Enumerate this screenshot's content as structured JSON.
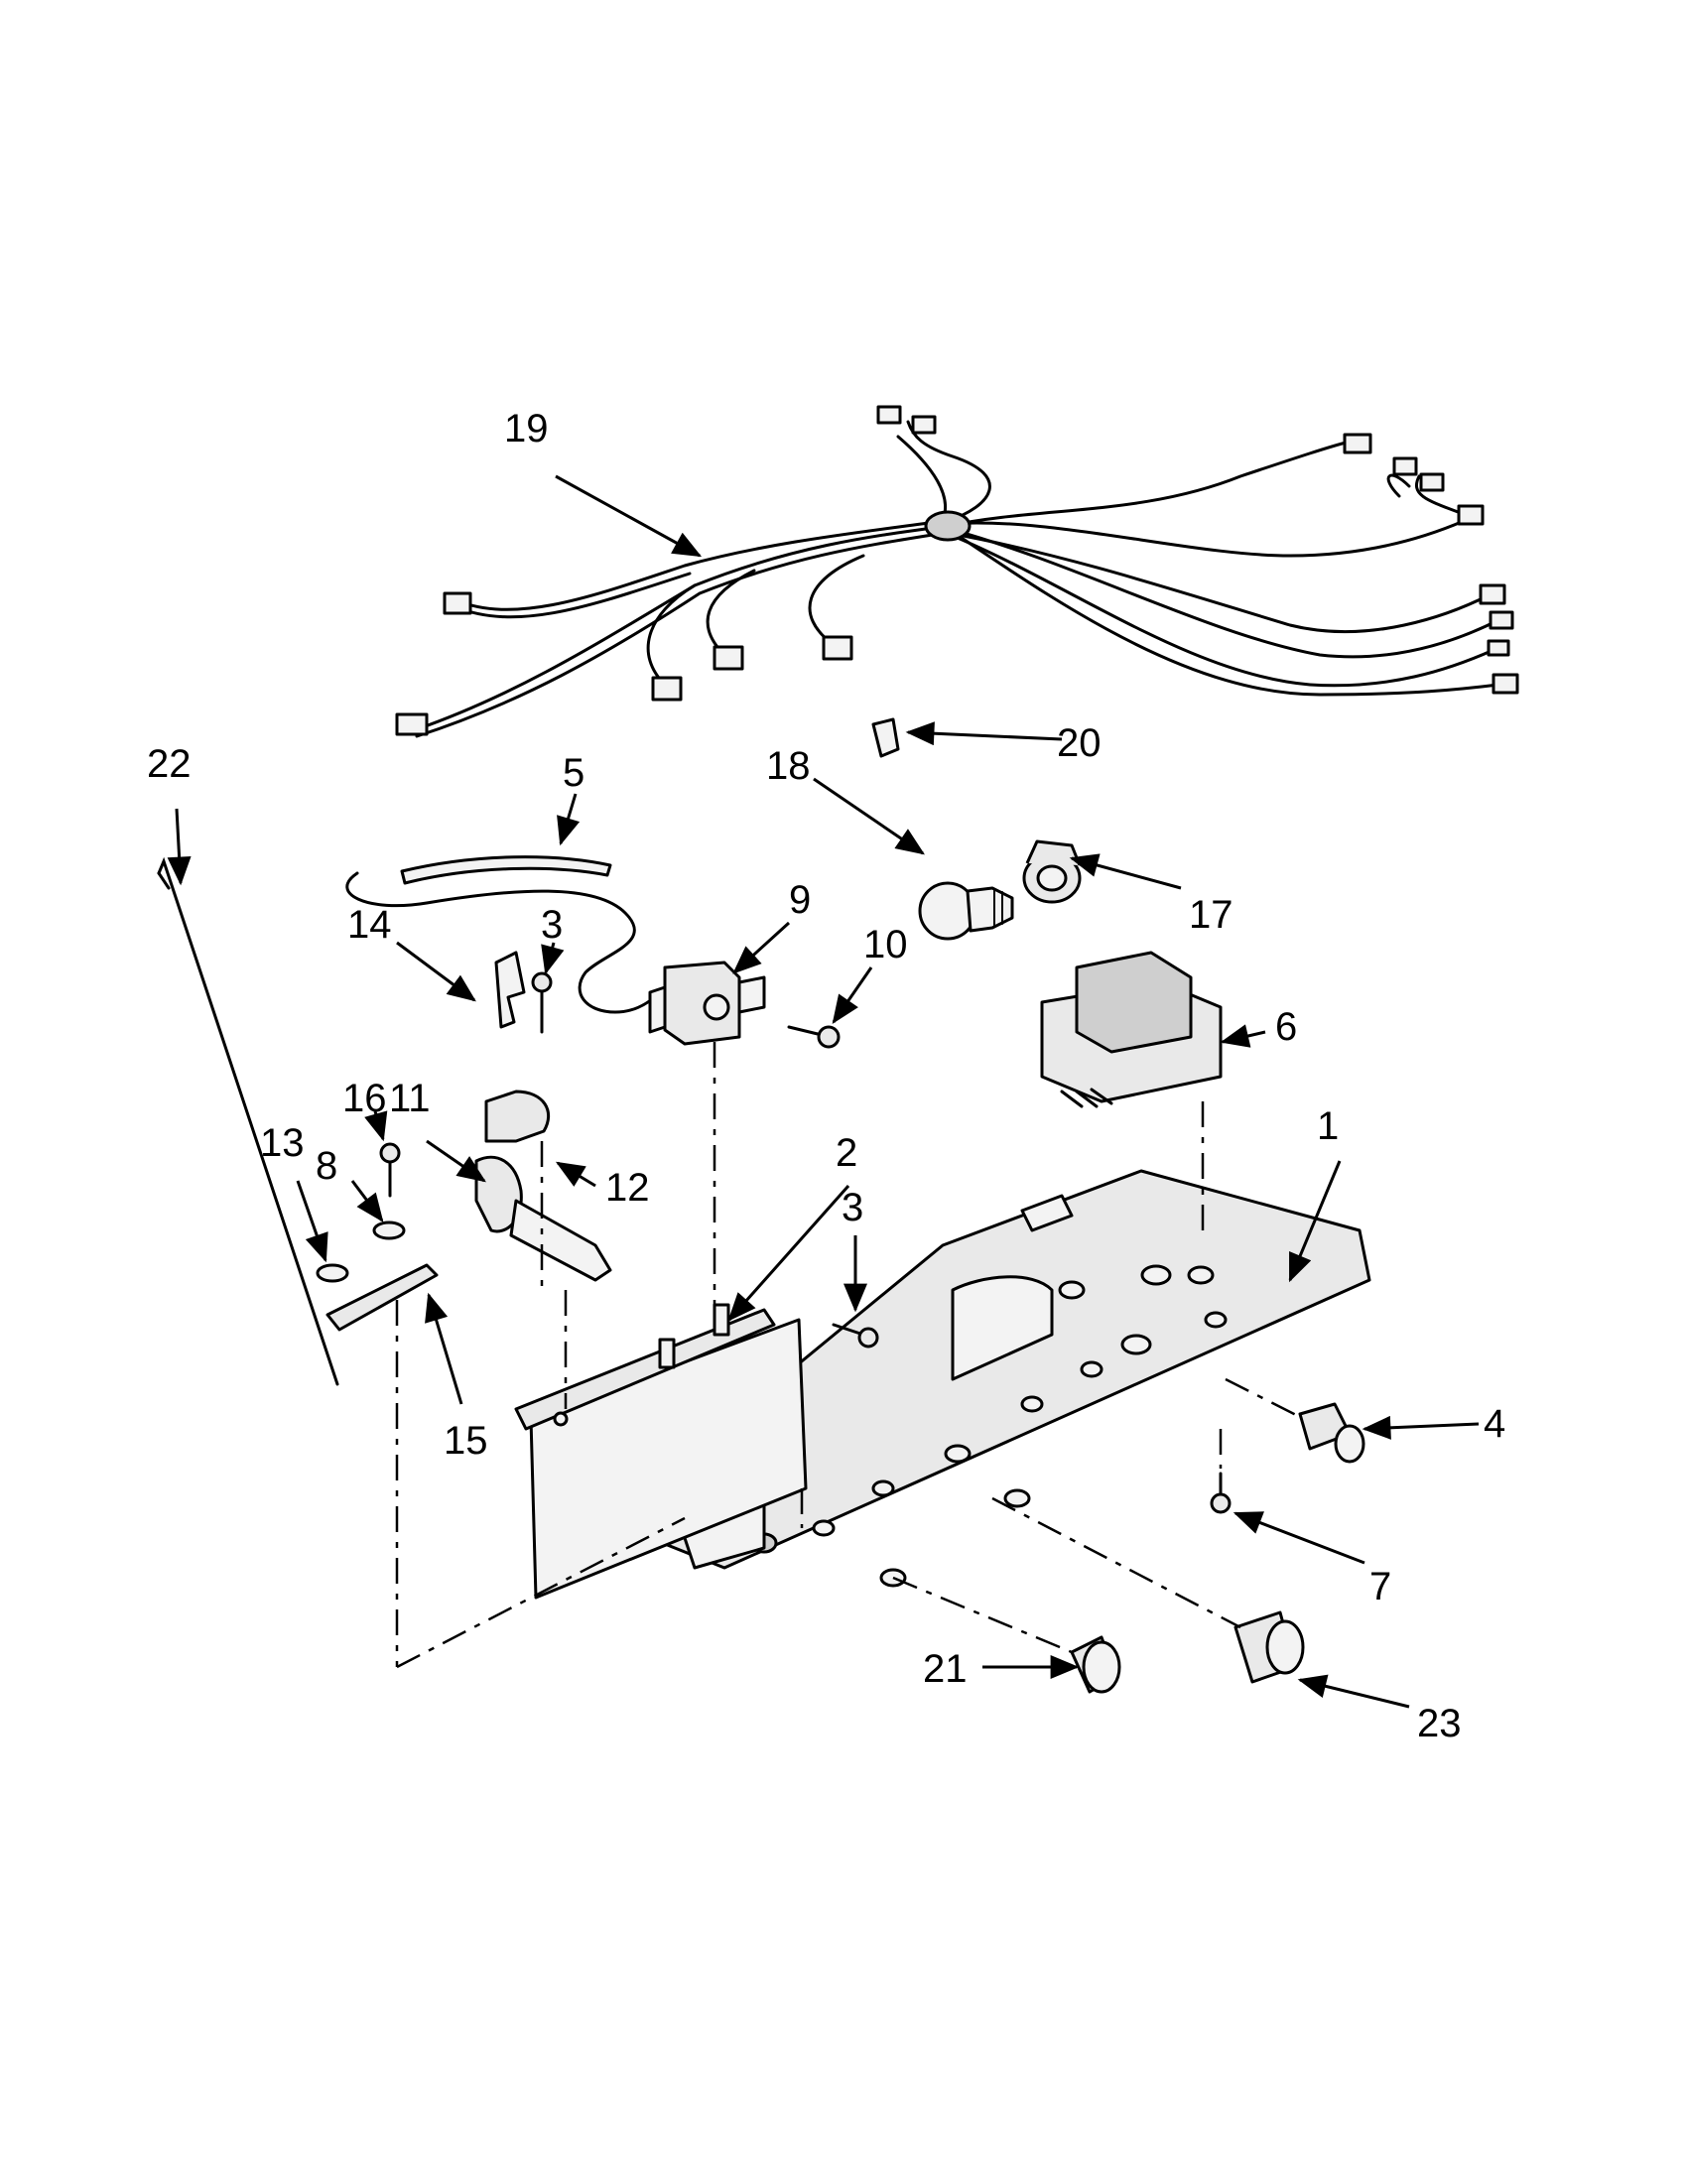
{
  "callouts": [
    {
      "id": "c1",
      "text": "1"
    },
    {
      "id": "c2",
      "text": "2"
    },
    {
      "id": "c3a",
      "text": "3"
    },
    {
      "id": "c3b",
      "text": "3"
    },
    {
      "id": "c4",
      "text": "4"
    },
    {
      "id": "c5",
      "text": "5"
    },
    {
      "id": "c6",
      "text": "6"
    },
    {
      "id": "c7",
      "text": "7"
    },
    {
      "id": "c8",
      "text": "8"
    },
    {
      "id": "c9",
      "text": "9"
    },
    {
      "id": "c10",
      "text": "10"
    },
    {
      "id": "c11",
      "text": "11"
    },
    {
      "id": "c12",
      "text": "12"
    },
    {
      "id": "c13",
      "text": "13"
    },
    {
      "id": "c14",
      "text": "14"
    },
    {
      "id": "c15",
      "text": "15"
    },
    {
      "id": "c16",
      "text": "16"
    },
    {
      "id": "c17",
      "text": "17"
    },
    {
      "id": "c18",
      "text": "18"
    },
    {
      "id": "c19",
      "text": "19"
    },
    {
      "id": "c20",
      "text": "20"
    },
    {
      "id": "c21",
      "text": "21"
    },
    {
      "id": "c22",
      "text": "22"
    },
    {
      "id": "c23",
      "text": "23"
    }
  ]
}
